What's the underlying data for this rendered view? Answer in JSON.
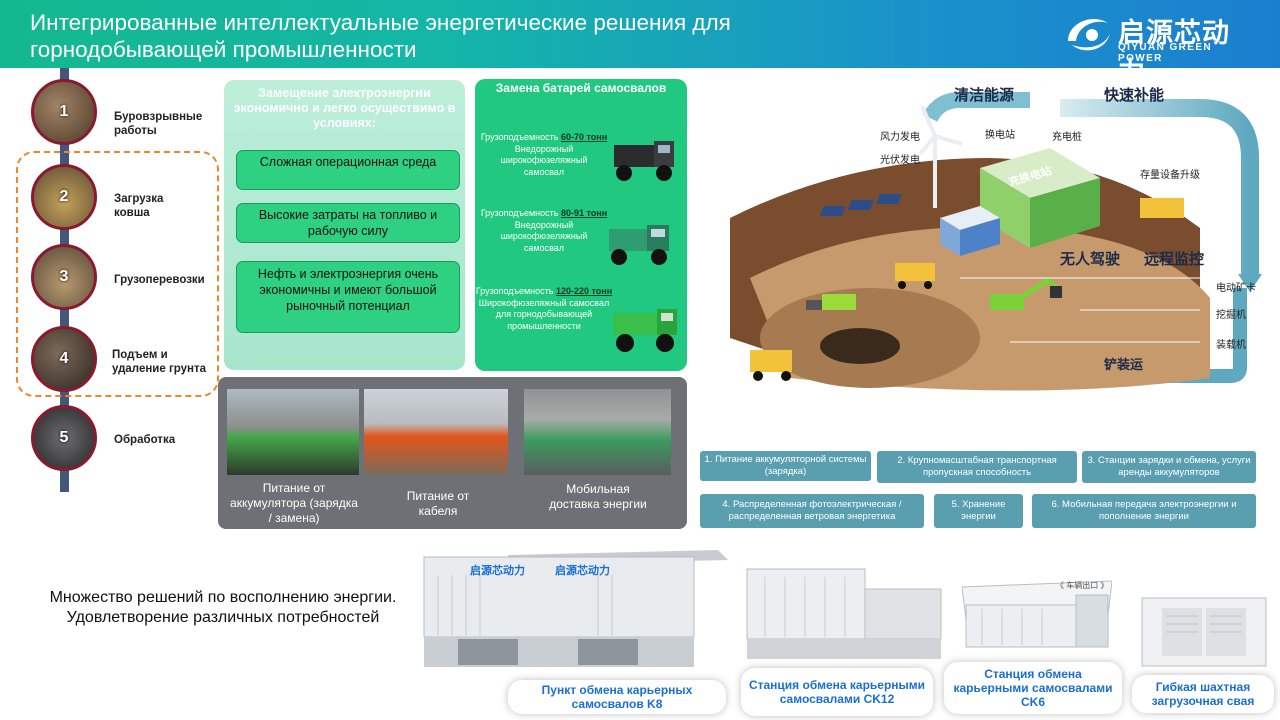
{
  "header": {
    "title": "Интегрированные интеллектуальные энергетические решения для горнодобывающей промышленности",
    "logo_cn": "启源芯动力",
    "logo_en": "QIYUAN GREEN POWER"
  },
  "steps": [
    {
      "num": "1",
      "label": "Буровзрывные работы"
    },
    {
      "num": "2",
      "label": "Загрузка ковша"
    },
    {
      "num": "3",
      "label": "Грузоперевозки"
    },
    {
      "num": "4",
      "label": "Подъем и удаление грунта"
    },
    {
      "num": "5",
      "label": "Обработка"
    }
  ],
  "reasons": {
    "title": "Замещение электроэнергии экономично и легко осуществимо в условиях:",
    "items": [
      "Сложная операционная среда",
      "Высокие затраты на топливо и рабочую силу",
      "Нефть и электроэнергия очень экономичны и имеют большой рыночный потенциал"
    ]
  },
  "swap": {
    "title": "Замена батарей самосвалов",
    "trucks": [
      {
        "cap": "Грузоподъемность",
        "num": "60-70 тонн",
        "desc": "Внедорожный широкофюзеляжный самосвал"
      },
      {
        "cap": "Грузоподъемность",
        "num": "80-91 тонн",
        "desc": "Внедорожный широкофюзеляжный самосвал"
      },
      {
        "cap": "Грузоподъемность",
        "num": "120-220 тонн",
        "desc": "Широкофюзеляжный самосвал для горнодобывающей промышленности"
      }
    ]
  },
  "photos": [
    {
      "caption": "Питание от аккумулятора (зарядка / замена)"
    },
    {
      "caption": "Питание от кабеля"
    },
    {
      "caption": "Мобильная доставка энергии"
    }
  ],
  "diagram": {
    "clean_energy": "清洁能源",
    "fast_charge": "快速补能",
    "wind": "风力发电",
    "solar": "光伏发电",
    "swap_station": "换电站",
    "charge_pile": "充电桩",
    "upgrade": "存量设备升级",
    "unmanned": "无人驾驶",
    "remote": "远程监控",
    "mine_truck": "电动矿卡",
    "excavator": "挖掘机",
    "loader": "装载机",
    "shovel": "铲装运",
    "sign": "充换电站"
  },
  "features": [
    "1. Питание аккумуляторной системы (зарядка)",
    "2. Крупномасштабная транспортная пропускная способность",
    "3. Станции зарядки и обмена, услуги аренды аккумуляторов",
    "4. Распределенная фотоэлектрическая / распределенная ветровая энергетика",
    "5. Хранение энергии",
    "6. Мобильная передача электроэнергии и пополнение энергии"
  ],
  "bottom_text": "Множество решений по восполнению энергии. Удовлетворение различных потребностей",
  "products": [
    {
      "caption": "Пункт обмена карьерных самосвалов K8",
      "brand": "启源芯动力"
    },
    {
      "caption": "Станция обмена карьерными самосвалами CK12",
      "brand": ""
    },
    {
      "caption": "Станция обмена карьерными самосвалами CK6",
      "brand": "《 车辆出口 》"
    },
    {
      "caption": "Гибкая шахтная загрузочная свая",
      "brand": ""
    }
  ],
  "colors": {
    "header_start": "#14b88f",
    "header_end": "#1b7fd0",
    "accent_green": "#2ed082",
    "swap_green": "#20c97f",
    "feature_blue": "#5a9fb0",
    "dash_orange": "#f0862a",
    "step_ring": "#8b1a2e",
    "product_text": "#1a6fd1"
  }
}
